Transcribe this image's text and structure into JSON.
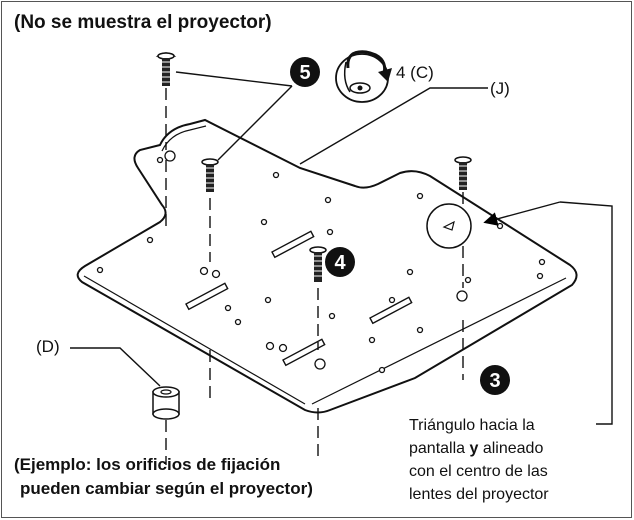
{
  "top_note": "(No se muestra el proyector)",
  "bottom_note_line1": "(Ejemplo: los orificios de fijación",
  "bottom_note_line2": "pueden cambiar según el proyector)",
  "step_5": "5",
  "step_4": "4",
  "step_3": "3",
  "torque_label": "4 (C)",
  "label_j": "(J)",
  "label_d": "(D)",
  "triangle_note": {
    "line1": "Triángulo hacia la",
    "line2_a": "pantalla ",
    "line2_b": "y",
    "line2_c": " alineado",
    "line3": "con el centro de las",
    "line4": "lentes del proyector"
  },
  "icons": {
    "screw": "screw-icon",
    "rotate": "clockwise-rotation-icon",
    "spacer": "spacer-icon",
    "triangle_marker": "triangle-marker-icon"
  }
}
